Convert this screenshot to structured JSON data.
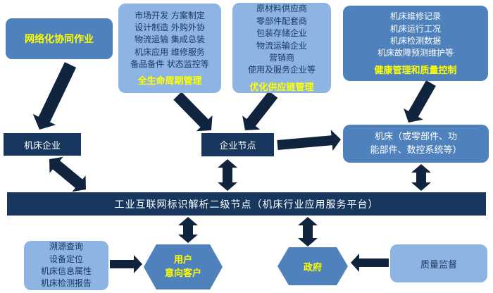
{
  "colors": {
    "accent_blue": "#4f81bd",
    "light_blue": "#8eb4e3",
    "navy": "#17375e",
    "arrow": "#10243e",
    "highlight_yellow": "#ffff00"
  },
  "top": {
    "collab_label": "网络化协同作业",
    "lifecycle": {
      "lines": [
        "市场开发 方案制定",
        "设计制造 外购外协",
        "物流运输 集成总装",
        "机床应用 维修服务",
        "备品备件 状态监控等"
      ],
      "title": "全生命周期管理"
    },
    "supply": {
      "lines": [
        "原材料供应商",
        "零部件配套商",
        "包装存储企业",
        "物流运输企业",
        "营销商",
        "使用及服务企业等"
      ],
      "title": "优化供应链管理"
    },
    "health": {
      "lines": [
        "机床维修记录",
        "机床运行工况",
        "机床检测数据",
        "机床故障预测维护等"
      ],
      "title": "健康管理和质量控制"
    }
  },
  "middle": {
    "enterprise_label": "机床企业",
    "node_label": "企业节点",
    "machine_line1": "机床（或零部件、功",
    "machine_line2": "能部件、数控系统等）"
  },
  "platform_label": "工业互联网标识解析二级节点（机床行业应用服务平台）",
  "bottom": {
    "trace_lines": [
      "溯源查询",
      "设备定位",
      "机床信息属性",
      "机床检测报告"
    ],
    "user_line1": "用户",
    "user_line2": "意向客户",
    "gov_label": "政府",
    "quality_label": "质量监督"
  }
}
